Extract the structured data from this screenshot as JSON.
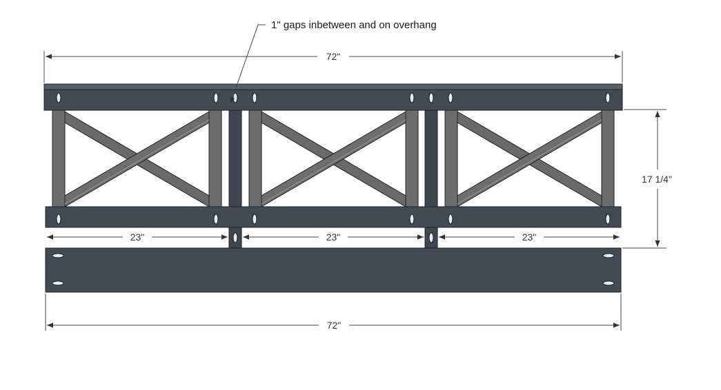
{
  "annotation": {
    "note": "1\" gaps inbetween and on overhang"
  },
  "dimensions": {
    "top_width": "72\"",
    "bottom_width": "72\"",
    "height": "17 1/4\"",
    "panel_widths": [
      "23\"",
      "23\"",
      "23\""
    ]
  },
  "colors": {
    "board_dark": "#434a55",
    "board_top": "#575f6b",
    "post_gray": "#6d6d6d",
    "brace_gray": "#6a6a6a",
    "brace_light": "#8c8c8c",
    "line": "#444444"
  }
}
